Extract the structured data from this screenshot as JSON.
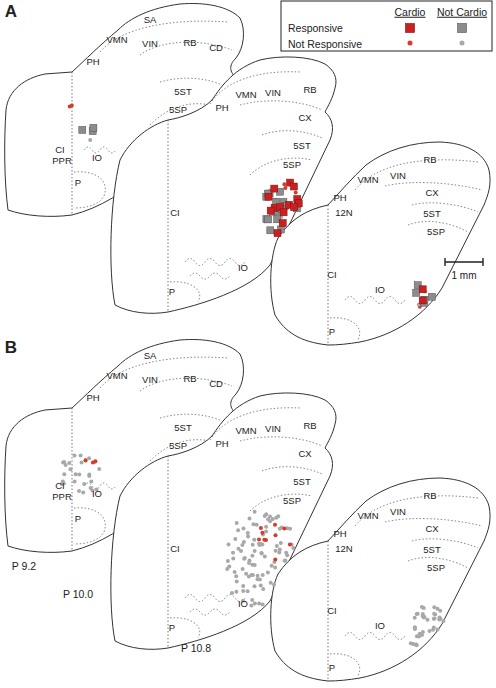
{
  "diagram": {
    "labels": [
      "Cardio",
      "Not Cardio",
      "A",
      "SA",
      "VMN",
      "VIN",
      "RB",
      "CD",
      "PH",
      "5ST",
      "5SP",
      "CI",
      "PPR",
      "IO",
      "P",
      "VMN",
      "VIN",
      "RB",
      "PH",
      "CX",
      "5ST",
      "5SP",
      "CI",
      "IO",
      "P",
      "RB",
      "VMN",
      "VIN",
      "CX",
      "PH",
      "12N",
      "5ST",
      "5SP",
      "CI",
      "IO",
      "P",
      "1 mm",
      "B",
      "SA",
      "VMN",
      "VIN",
      "RB",
      "CD",
      "PH",
      "5ST",
      "5SP",
      "CI",
      "PPR",
      "IO",
      "P",
      "VMN",
      "VIN",
      "RB",
      "PH",
      "CX",
      "5ST",
      "5SP",
      "CI",
      "IO",
      "P",
      "RB",
      "VMN",
      "VIN",
      "CX",
      "PH",
      "12N",
      "5ST",
      "5SP",
      "CI",
      "IO",
      "P",
      "P 9.2",
      "P 10.0",
      "P 10.8"
    ],
    "legend": [
      {
        "text": "Responsive"
      },
      {
        "text": "Not Responsive"
      }
    ]
  }
}
